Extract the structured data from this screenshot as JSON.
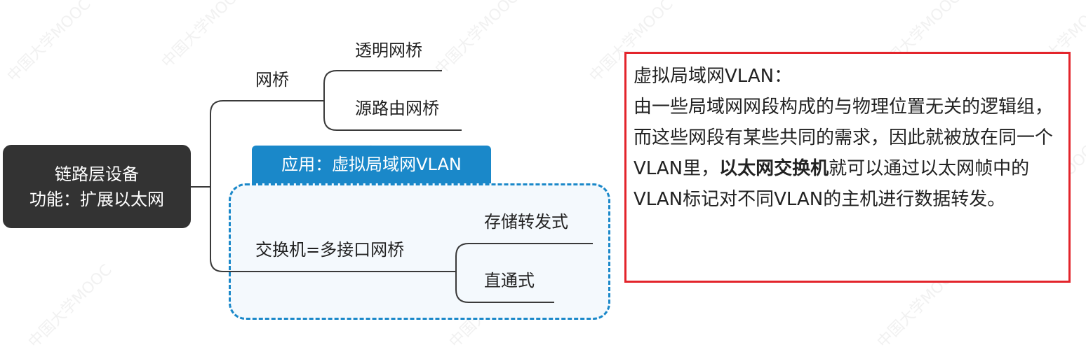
{
  "root": {
    "line1": "链路层设备",
    "line2": "功能：扩展以太网"
  },
  "branches": {
    "bridge": "网桥",
    "transparent_bridge": "透明网桥",
    "source_route_bridge": "源路由网桥",
    "application_tab": "应用：虚拟局域网VLAN",
    "switch": "交换机=多接口网桥",
    "store_and_forward": "存储转发式",
    "cut_through": "直通式"
  },
  "note": {
    "title": "虚拟局域网VLAN：",
    "body_before": "由一些局域网网段构成的与物理位置无关的逻辑组，而这些网段有某些共同的需求，因此就被放在同一个VLAN里，",
    "body_bold": "以太网交换机",
    "body_after": "就可以通过以太网帧中的VLAN标记对不同VLAN的主机进行数据转发。"
  },
  "watermark": "中国大学MOOC",
  "colors": {
    "root_bg": "#333333",
    "accent_blue": "#1a88c9",
    "note_border": "#e3242b"
  }
}
